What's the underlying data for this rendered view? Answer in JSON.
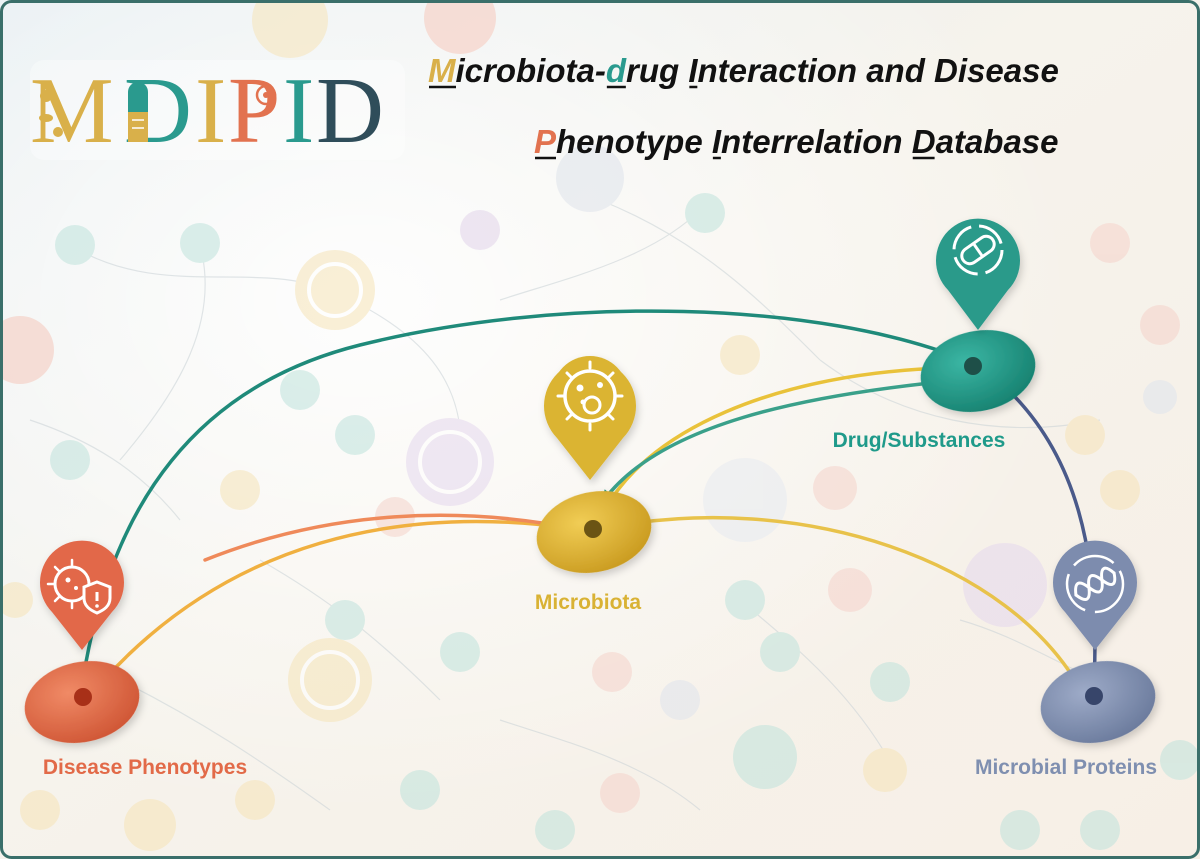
{
  "logo": {
    "letters": [
      "M",
      "D",
      "I",
      "P",
      "I",
      "D"
    ],
    "letter_colors": [
      "#d9b04a",
      "#2a9a8e",
      "#d9b04a",
      "#e2724f",
      "#2a9a8e",
      "#2f4d5a"
    ]
  },
  "title": {
    "line1": {
      "parts": [
        {
          "text": "M",
          "color": "#d9b04a",
          "underline": true
        },
        {
          "text": "icrobiota-",
          "color": "#111111",
          "underline": false
        },
        {
          "text": "d",
          "color": "#2a9a8e",
          "underline": true
        },
        {
          "text": "rug ",
          "color": "#111111",
          "underline": false
        },
        {
          "text": "I",
          "color": "#111111",
          "underline": true
        },
        {
          "text": "nteraction and Disease",
          "color": "#111111",
          "underline": false
        }
      ]
    },
    "line2": {
      "parts": [
        {
          "text": "P",
          "color": "#e2724f",
          "underline": true
        },
        {
          "text": "henotype ",
          "color": "#111111",
          "underline": false
        },
        {
          "text": "I",
          "color": "#111111",
          "underline": true
        },
        {
          "text": "nterrelation ",
          "color": "#111111",
          "underline": false
        },
        {
          "text": "D",
          "color": "#111111",
          "underline": true
        },
        {
          "text": "atabase",
          "color": "#111111",
          "underline": false
        }
      ]
    }
  },
  "nodes": {
    "drug": {
      "label": "Drug/Substances",
      "color": "#1f9a8a",
      "icon": "pill-capsule-icon"
    },
    "microbiota": {
      "label": "Microbiota",
      "color": "#d9b234",
      "icon": "bacterium-icon"
    },
    "disease": {
      "label": "Disease Phenotypes",
      "color": "#e26a48",
      "icon": "virus-shield-icon"
    },
    "proteins": {
      "label": "Microbial Proteins",
      "color": "#7f8fb0",
      "icon": "protein-helix-icon"
    }
  },
  "edges": [
    {
      "from": "drug",
      "to": "disease",
      "color": "#1f8a7a"
    },
    {
      "from": "microbiota",
      "to": "drug",
      "color": "#e9c23a"
    },
    {
      "from": "drug",
      "to": "microbiota",
      "color": "#3aa08a"
    },
    {
      "from": "microbiota",
      "to": "proteins",
      "color": "#e8c24a"
    },
    {
      "from": "proteins",
      "to": "drug",
      "color": "#4a5a8a"
    },
    {
      "from": "microbiota",
      "to": "disease",
      "color": "#f0b040"
    },
    {
      "from": "disease",
      "to": "microbiota",
      "color": "#ef8a5a"
    }
  ]
}
